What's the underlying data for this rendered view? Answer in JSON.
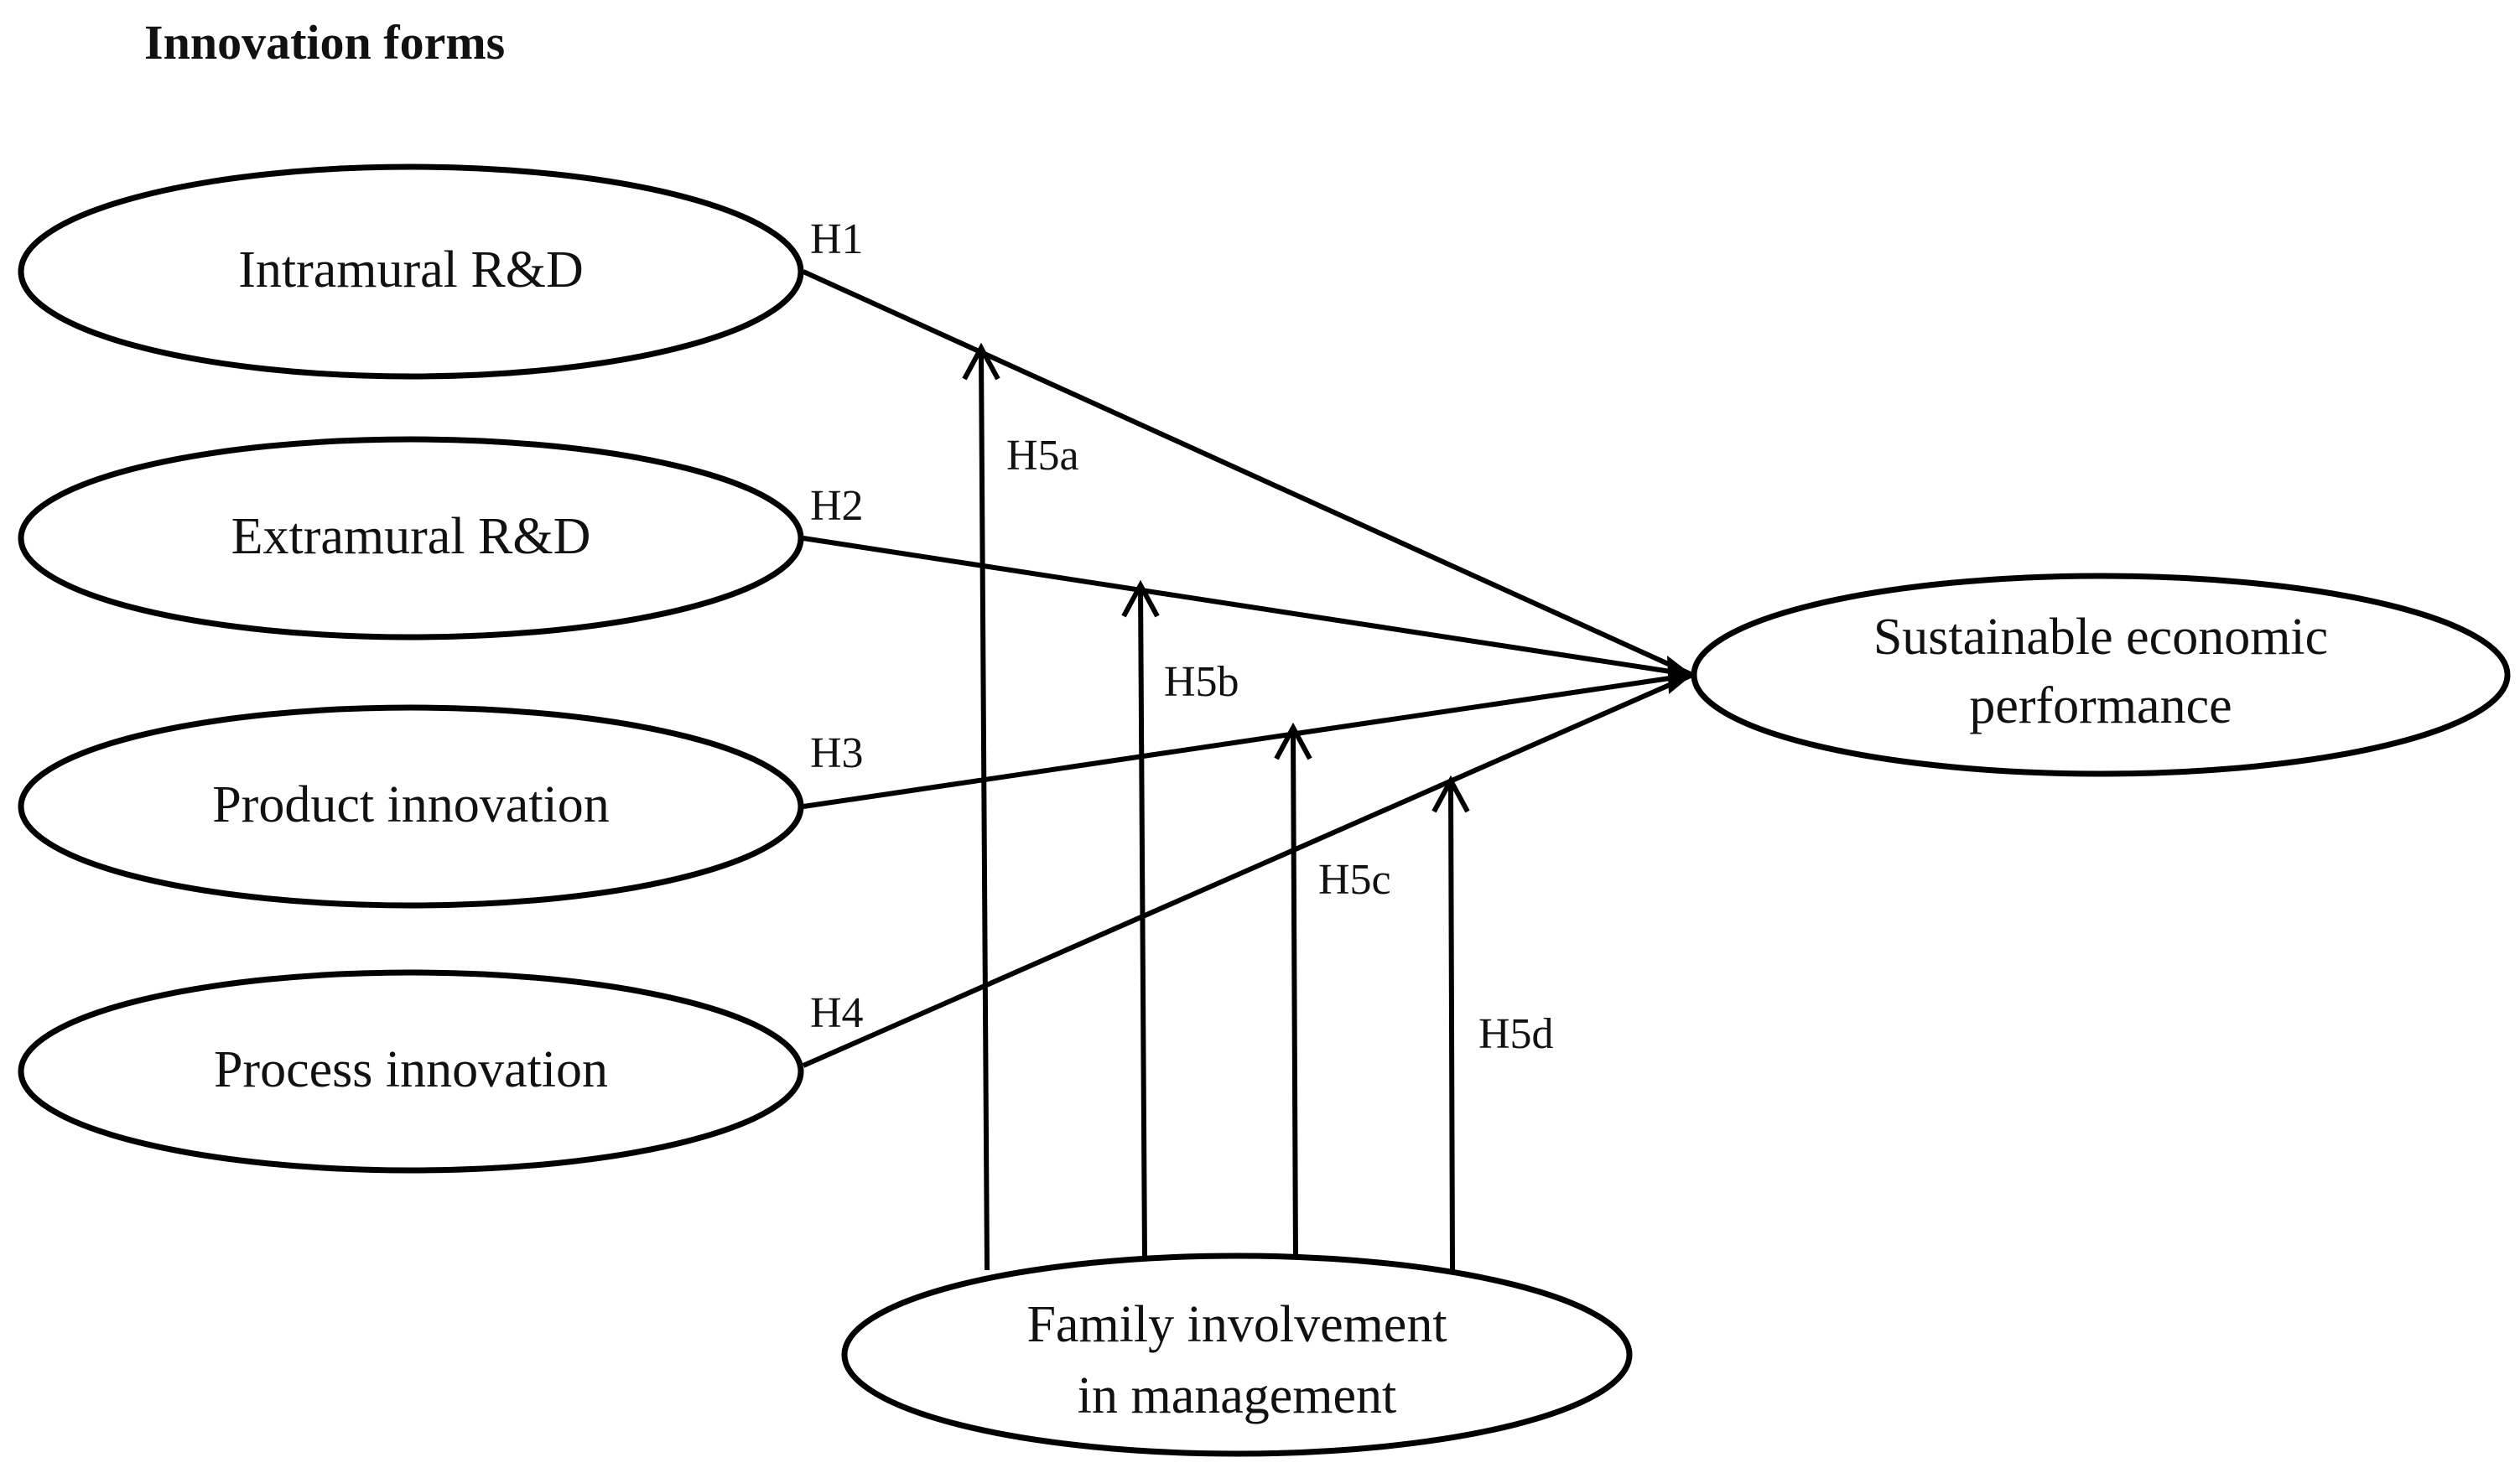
{
  "heading": "Innovation forms",
  "nodes": {
    "intramural": "Intramural R&D",
    "extramural": "Extramural R&D",
    "product": "Product innovation",
    "process": "Process innovation",
    "outcome_line1": "Sustainable economic",
    "outcome_line2": "performance",
    "moderator_line1": "Family involvement",
    "moderator_line2": "in management"
  },
  "hypotheses": {
    "h1": "H1",
    "h2": "H2",
    "h3": "H3",
    "h4": "H4",
    "h5a": "H5a",
    "h5b": "H5b",
    "h5c": "H5c",
    "h5d": "H5d"
  },
  "colors": {
    "stroke": "#000000",
    "fill": "#ffffff",
    "text": "#111111"
  }
}
